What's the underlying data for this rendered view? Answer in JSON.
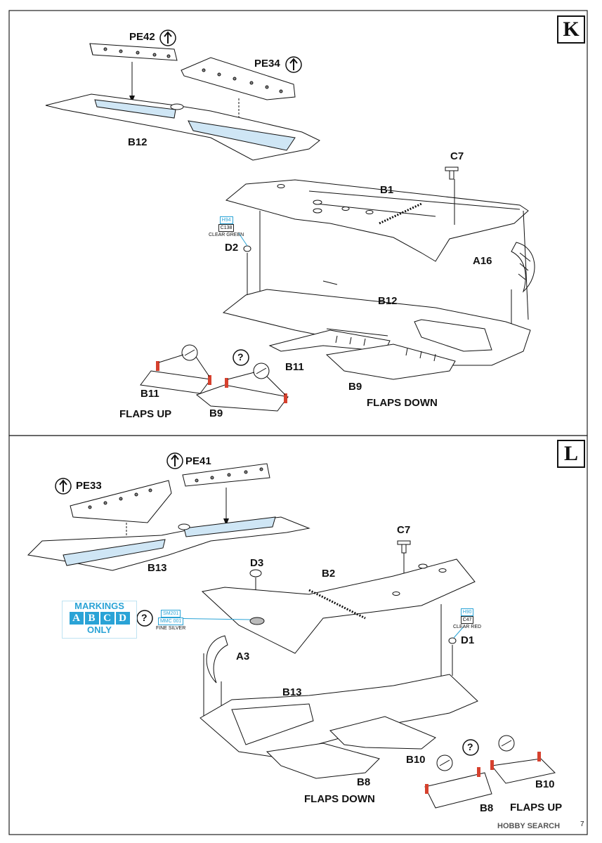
{
  "steps": {
    "k": {
      "letter": "K",
      "labels": {
        "pe42": "PE42",
        "pe34": "PE34",
        "b12_top": "B12",
        "c7": "C7",
        "b1": "B1",
        "d2": "D2",
        "a16": "A16",
        "b12_main": "B12",
        "b11_main": "B11",
        "b9_main": "B9",
        "flaps_down": "FLAPS DOWN",
        "b11_up": "B11",
        "b9_up": "B9",
        "flaps_up": "FLAPS UP",
        "question": "?"
      },
      "color_tag": {
        "code_primary": "H94",
        "code_secondary": "C138",
        "name": "CLEAR GREEN"
      }
    },
    "l": {
      "letter": "L",
      "labels": {
        "pe41": "PE41",
        "pe33": "PE33",
        "b13_top": "B13",
        "c7": "C7",
        "d3": "D3",
        "b2": "B2",
        "a3": "A3",
        "d1": "D1",
        "b13_main": "B13",
        "b10_main": "B10",
        "b8_main": "B8",
        "flaps_down": "FLAPS DOWN",
        "b8_up": "B8",
        "b10_up": "B10",
        "flaps_up": "FLAPS UP",
        "question_markings": "?",
        "question_flaps": "?"
      },
      "color_tag_silver": {
        "code_primary": "SM201",
        "code_secondary": "MMC 001",
        "name": "FINE SILVER"
      },
      "color_tag_red": {
        "code_primary": "H90",
        "code_secondary": "C47",
        "name": "CLEAR RED"
      },
      "markings": {
        "title": "MARKINGS",
        "letters": [
          "A",
          "B",
          "C",
          "D"
        ],
        "footer": "ONLY"
      }
    }
  },
  "colors": {
    "accent_blue": "#2aa3d6",
    "pe_blue_fill": "#cfe6f5",
    "red_tab": "#d6412e"
  },
  "footer": {
    "watermark": "HOBBY SEARCH",
    "page_number": "7"
  }
}
